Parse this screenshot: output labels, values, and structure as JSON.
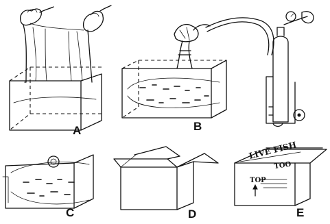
{
  "panels": [
    {
      "id": "A",
      "label": "A"
    },
    {
      "id": "B",
      "label": "B"
    },
    {
      "id": "C",
      "label": "C"
    },
    {
      "id": "D",
      "label": "D"
    },
    {
      "id": "E",
      "label": "E"
    }
  ],
  "box_print": {
    "title": "LIVE FISH",
    "orientation": "TOP",
    "small_mark": "TOO"
  }
}
